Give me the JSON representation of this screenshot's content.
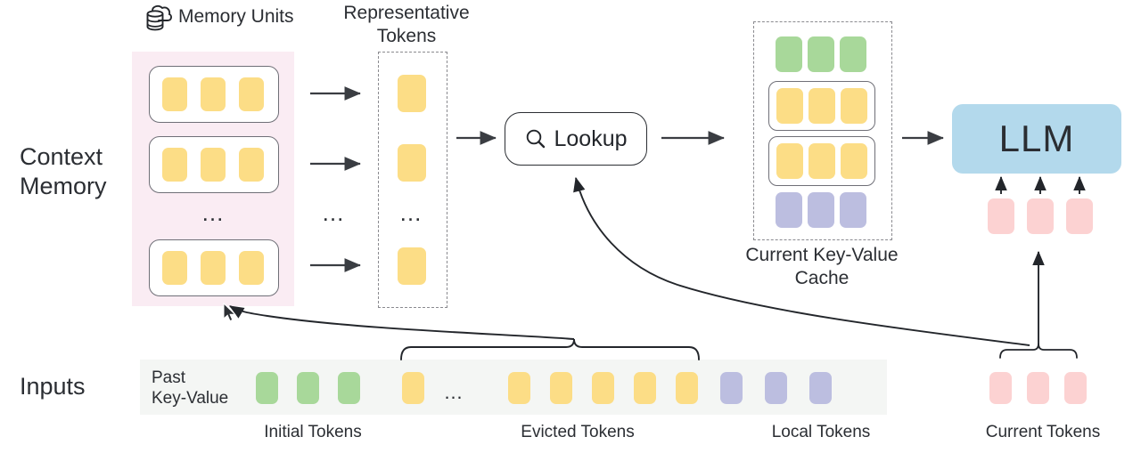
{
  "diagram": {
    "title_hidden": "",
    "row_labels": {
      "context_memory": "Context\nMemory",
      "inputs": "Inputs"
    },
    "memory_units": {
      "label": "Memory Units",
      "icon": "cloud-database-icon",
      "unit_count_visible": 3,
      "tokens_per_unit": 3,
      "ellipsis": "…",
      "background_color": "#faecf3",
      "token_color": "#fcdd86"
    },
    "representative_tokens": {
      "label": "Representative\nTokens",
      "token_count_visible": 3,
      "ellipsis": "…",
      "token_color": "#fcdd86",
      "border_style": "dashed"
    },
    "lookup": {
      "label": "Lookup",
      "icon": "search-icon"
    },
    "kv_cache": {
      "label": "Current Key-Value\nCache",
      "border_style": "dashed",
      "rows": [
        {
          "name": "initial-tokens-row",
          "color": "#a8d89a",
          "count": 3,
          "boxed": false
        },
        {
          "name": "retrieved-row-1",
          "color": "#fcdd86",
          "count": 3,
          "boxed": true
        },
        {
          "name": "retrieved-row-2",
          "color": "#fcdd86",
          "count": 3,
          "boxed": true
        },
        {
          "name": "local-tokens-row",
          "color": "#bcbee0",
          "count": 3,
          "boxed": false
        }
      ]
    },
    "llm": {
      "label": "LLM",
      "color": "#b3d9ec",
      "input_tokens": {
        "count": 3,
        "color": "#fcd2d2"
      }
    },
    "inputs_row": {
      "past_kv_label": "Past\nKey-Value",
      "background_color": "#f4f6f4",
      "segments": [
        {
          "name": "initial-tokens",
          "caption": "Initial Tokens",
          "color": "#a8d89a",
          "count": 3
        },
        {
          "name": "evicted-tokens",
          "caption": "Evicted Tokens",
          "color": "#fcdd86",
          "count": 6,
          "ellipsis": "…"
        },
        {
          "name": "local-tokens",
          "caption": "Local Tokens",
          "color": "#bcbee0",
          "count": 3
        },
        {
          "name": "current-tokens",
          "caption": "Current Tokens",
          "color": "#fcd2d2",
          "count": 3
        }
      ]
    },
    "colors": {
      "green": "#a8d89a",
      "yellow": "#fcdd86",
      "purple": "#bcbee0",
      "pink": "#fcd2d2",
      "blue": "#b3d9ec",
      "memory_bg": "#faecf3",
      "inputs_bg": "#f4f6f4",
      "stroke": "#2b2e33"
    }
  }
}
